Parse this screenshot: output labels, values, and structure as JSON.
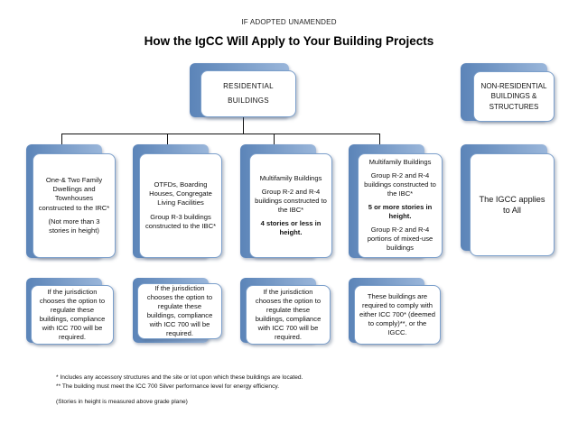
{
  "header": {
    "kicker": "IF ADOPTED UNAMENDED",
    "title": "How the IgCC Will Apply to Your Building Projects"
  },
  "residential": {
    "label": "RESIDENTIAL\nBUILDINGS"
  },
  "nonresidential": {
    "label": "NON-RESIDENTIAL BUILDINGS & STRUCTURES",
    "applies": "The IGCC applies to All"
  },
  "columns": [
    {
      "category_lines": [
        "One-& Two Family Dwellings and Townhouses constructed  to the IRC*",
        "(Not more than 3 stories in height)"
      ],
      "outcome": "If the jurisdiction chooses the option to regulate these buildings, compliance with ICC 700 will be required."
    },
    {
      "category_lines": [
        "OTFDs, Boarding Houses, Congregate Living Facilities",
        "Group R-3 buildings constructed  to the IBC*"
      ],
      "outcome": "If the jurisdiction chooses the option to regulate these buildings, compliance with ICC 700 will be required."
    },
    {
      "category_lines": [
        "Multifamily Buildings",
        "Group R-2 and R-4 buildings constructed to the IBC*",
        "4 stories or less in height."
      ],
      "outcome": "If the jurisdiction chooses the option to regulate these buildings, compliance with ICC 700 will be required."
    },
    {
      "category_lines": [
        "Multifamily Buildings",
        "Group R-2 and R-4 buildings constructed to the IBC*",
        "5 or more stories in height.",
        "Group R-2 and R-4 portions of mixed-use buildings"
      ],
      "outcome": "These buildings are required to comply with either ICC 700* (deemed to comply)**, or the IGCC."
    }
  ],
  "footnotes": {
    "note1": "* Includes any accessory structures and the site or lot upon which these buildings are located.",
    "note2": "** The building must meet the ICC 700 Silver performance level for energy efficiency.",
    "note3": "(Stories in height is measured above grade plane)"
  }
}
